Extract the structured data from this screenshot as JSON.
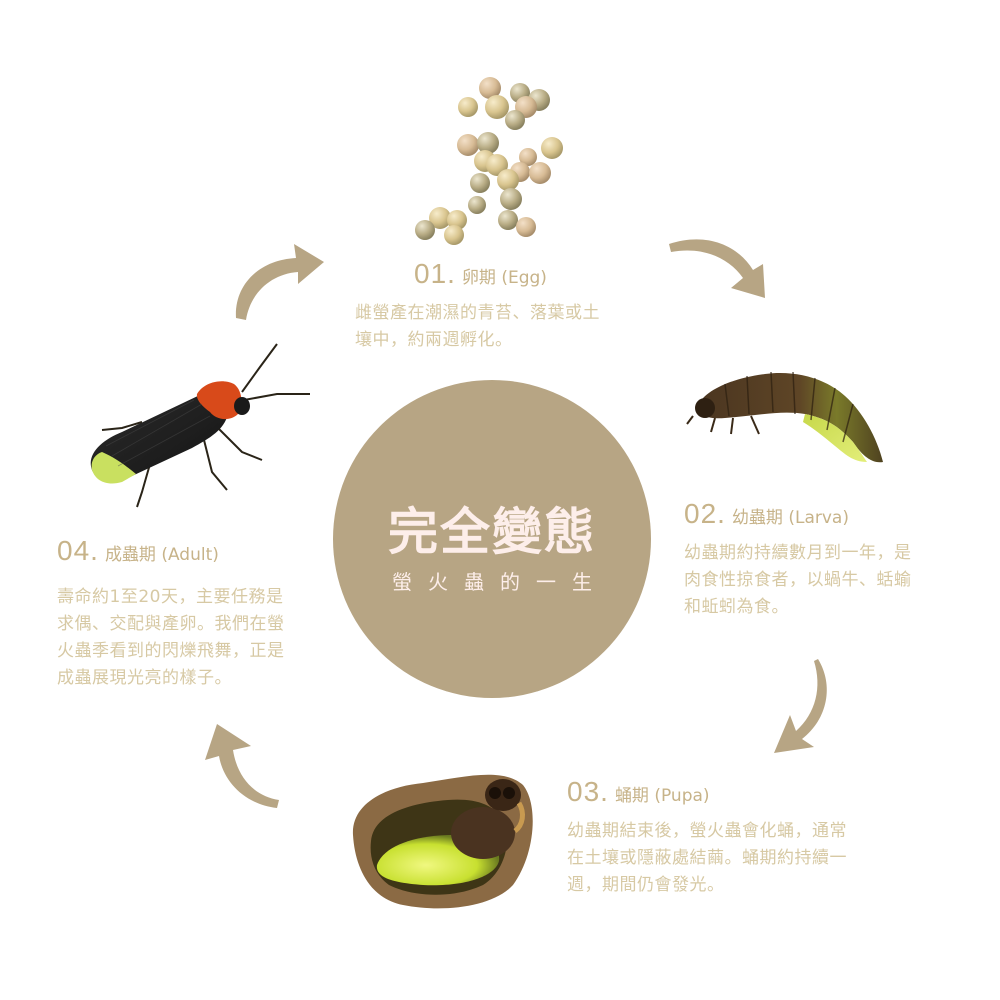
{
  "center": {
    "title": "完全變態",
    "subtitle": "螢火蟲的一生",
    "color": "#b7a584",
    "text_color": "#fdeeea"
  },
  "colors": {
    "accent": "#b7a584",
    "heading": "#c7b389",
    "body_text": "#d7c9a4"
  },
  "stages": [
    {
      "number": "01.",
      "name": "卵期 (Egg)",
      "description": "雌螢產在潮濕的青苔、落葉或土壤中，約兩週孵化。",
      "line1": "雌螢產在潮濕的青苔、落葉或土",
      "line2": "壤中，約兩週孵化。",
      "image": "firefly-eggs-illustration"
    },
    {
      "number": "02.",
      "name": "幼蟲期 (Larva)",
      "description": "幼蟲期約持續數月到一年，是肉食性掠食者，以蝸牛、蛞蝓和蚯蚓為食。",
      "line1": "幼蟲期約持續數月到一年，是",
      "line2": "肉食性掠食者，以蝸牛、蛞蝓",
      "line3": "和蚯蚓為食。",
      "image": "firefly-larva-illustration"
    },
    {
      "number": "03.",
      "name": "蛹期 (Pupa)",
      "description": "幼蟲期結束後，螢火蟲會化蛹，通常在土壤或隱蔽處結繭。蛹期約持續一週，期間仍會發光。",
      "line1": "幼蟲期結束後，螢火蟲會化蛹，通常",
      "line2": "在土壤或隱蔽處結繭。蛹期約持續一",
      "line3": "週，期間仍會發光。",
      "image": "firefly-pupa-illustration"
    },
    {
      "number": "04.",
      "name": "成蟲期 (Adult)",
      "description": "壽命約1至20天，主要任務是求偶、交配與產卵。我們在螢火蟲季看到的閃爍飛舞，正是成蟲展現光亮的樣子。",
      "line1": "壽命約1至20天，主要任務是",
      "line2": "求偶、交配與產卵。我們在螢",
      "line3": "火蟲季看到的閃爍飛舞，正是",
      "line4": "成蟲展現光亮的樣子。",
      "image": "firefly-adult-illustration"
    }
  ],
  "arrows": [
    "curved-arrow-to-egg",
    "curved-arrow-to-larva",
    "curved-arrow-to-pupa",
    "curved-arrow-to-adult"
  ]
}
